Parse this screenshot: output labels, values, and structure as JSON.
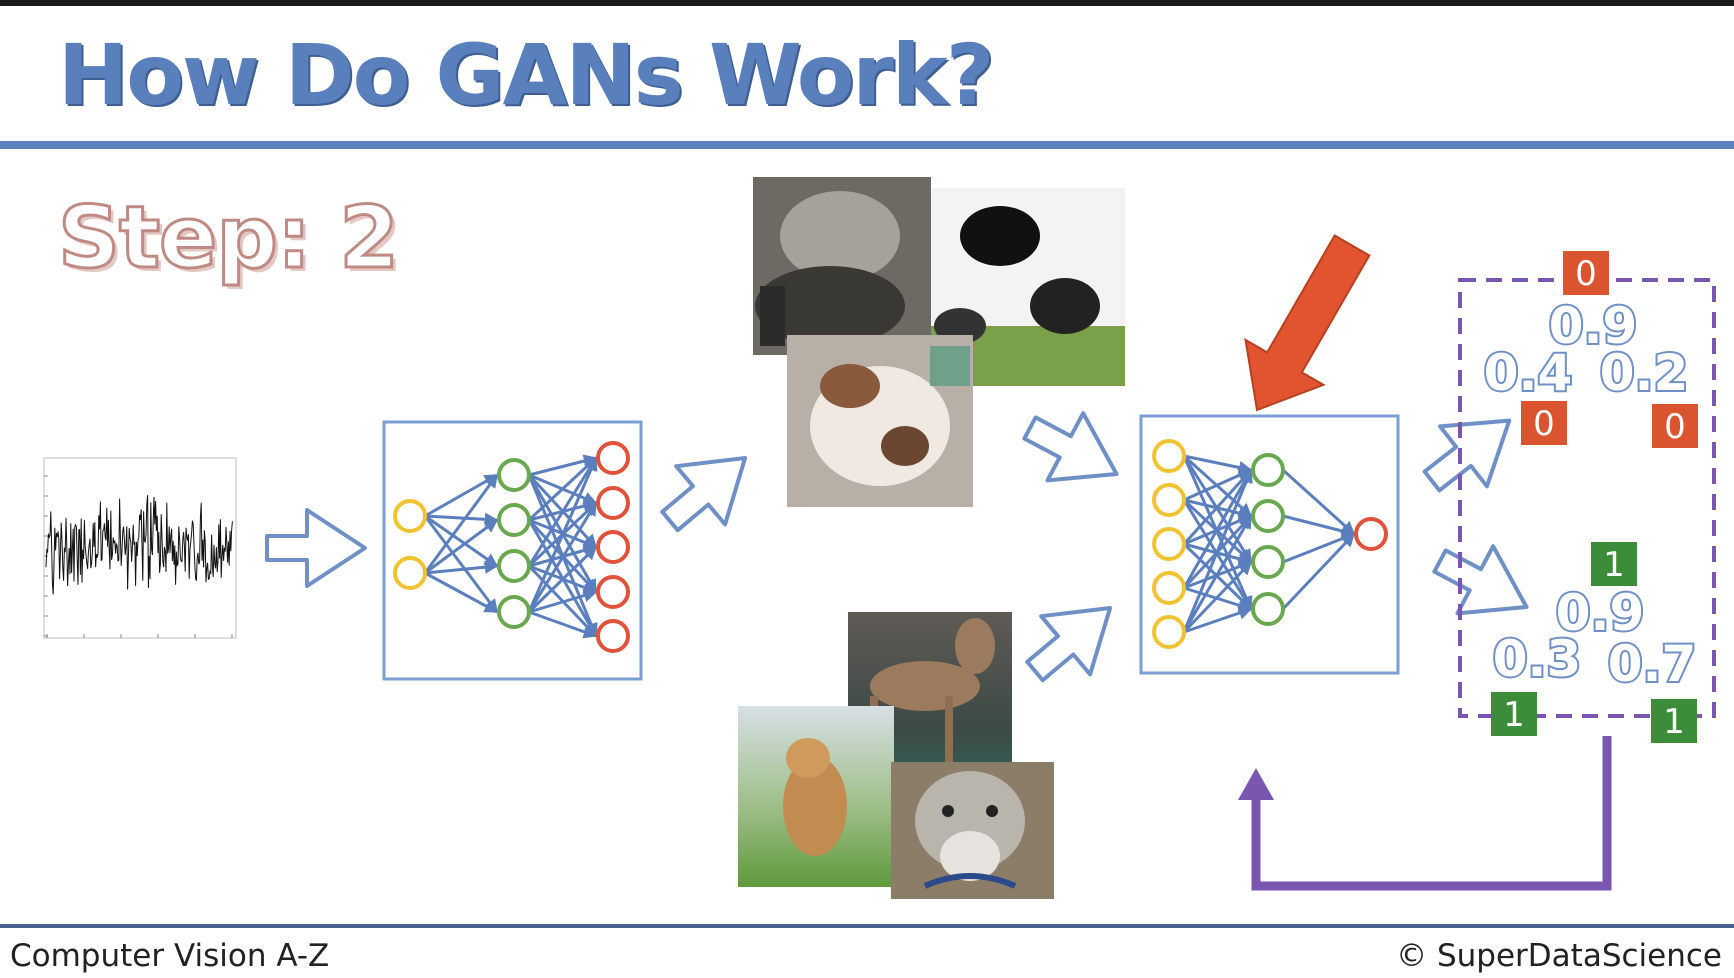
{
  "slide": {
    "title": "How Do GANs Work?",
    "step_label": "Step: 2",
    "footer_left": "Computer Vision A-Z",
    "footer_right": "© SuperDataScience"
  },
  "colors": {
    "title": "#5a7fbd",
    "rule": "#5b82bd",
    "network_box": "#7b9fd3",
    "arrow_outline": "#6f90c7",
    "node_yellow": "#f1c232",
    "node_green": "#6aa84f",
    "node_red": "#e0533a",
    "highlight_arrow": "#e2542f",
    "feedback_arrow": "#7a56b0",
    "badge_red": "#d9542f",
    "badge_green": "#3d8c3a"
  },
  "generated_group": {
    "scores": [
      "0.9",
      "0.4",
      "0.2"
    ],
    "badges": [
      "0",
      "0",
      "0"
    ]
  },
  "real_group": {
    "scores": [
      "0.9",
      "0.3",
      "0.7"
    ],
    "badges": [
      "1",
      "1",
      "1"
    ]
  },
  "icons": [
    "noise-plot-icon",
    "generator-network-icon",
    "discriminator-network-icon",
    "hollow-arrow-icon",
    "highlight-arrow-icon",
    "feedback-arrow-icon"
  ]
}
